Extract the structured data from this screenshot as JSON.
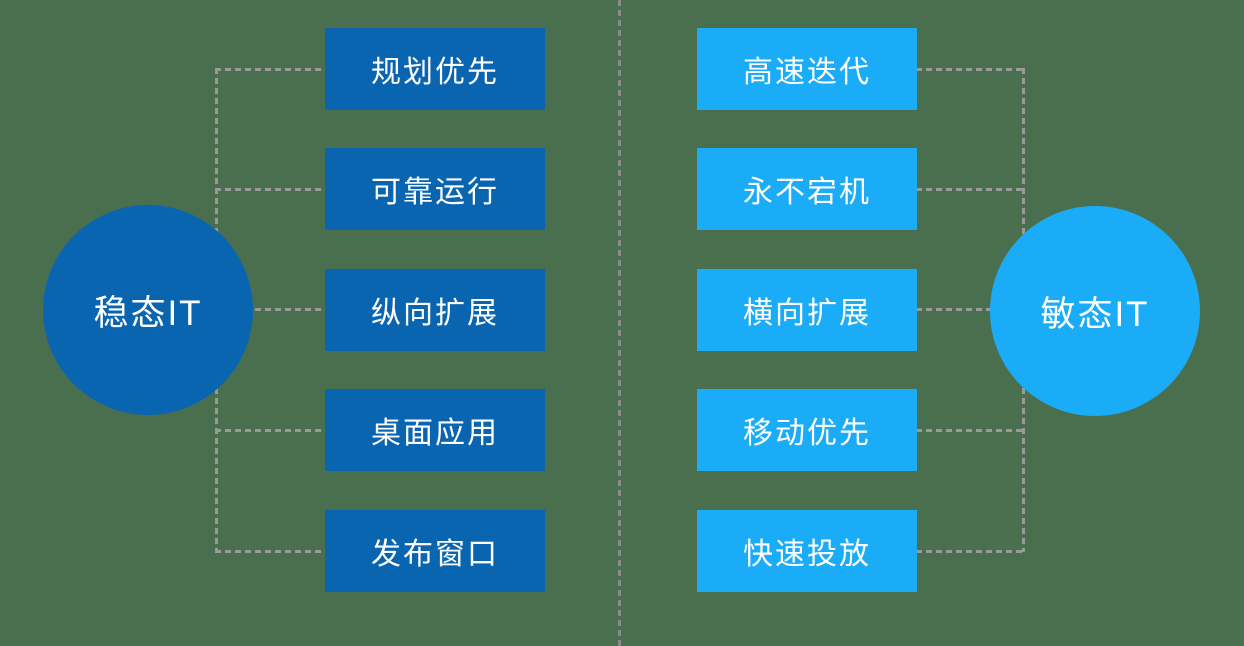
{
  "diagram": {
    "background_color": "#4a6f4f",
    "divider_color": "#8a8a8a",
    "connector_color": "#9a9a9a",
    "text_color": "#ffffff",
    "left": {
      "title": "稳态IT",
      "color": "#0a65b1",
      "items": [
        "规划优先",
        "可靠运行",
        "纵向扩展",
        "桌面应用",
        "发布窗口"
      ]
    },
    "right": {
      "title": "敏态IT",
      "color": "#1aacf7",
      "items": [
        "高速迭代",
        "永不宕机",
        "横向扩展",
        "移动优先",
        "快速投放"
      ]
    }
  }
}
